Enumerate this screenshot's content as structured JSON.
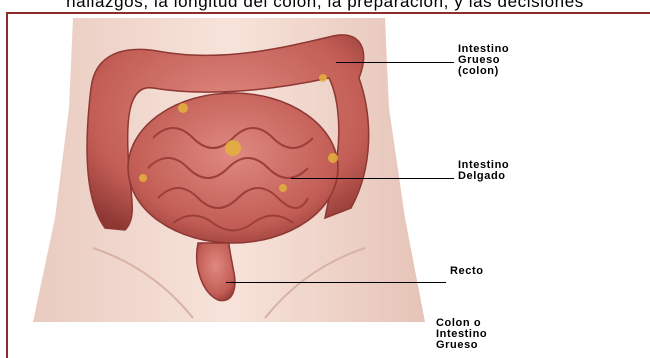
{
  "header": {
    "caption_fragment": "hallazgos, la longitud del colon, la preparación, y las decisiones"
  },
  "labels": {
    "large_intestine": "Intestino\nGrueso\n(colon)",
    "small_intestine": "Intestino\nDelgado",
    "rectum": "Recto",
    "colon_caption": "Colon o\nIntestino\nGrueso"
  },
  "colors": {
    "frame": "#8b2d2d",
    "skin": "#f3d9cf",
    "intestine": "#c9665e",
    "intestine_dark": "#9c3f3a",
    "fat": "#e3b23c"
  }
}
